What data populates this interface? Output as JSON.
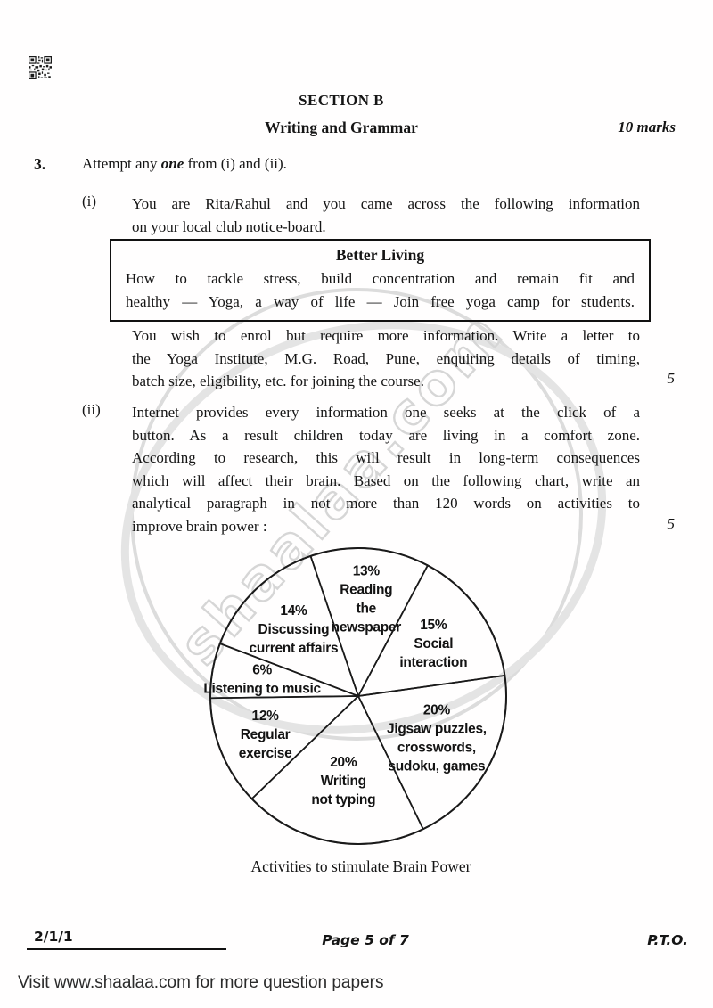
{
  "header": {
    "section_title": "SECTION B",
    "section_subject": "Writing and Grammar",
    "section_marks": "10 marks"
  },
  "q3": {
    "number": "3.",
    "intro_prefix": "Attempt any ",
    "intro_bold": "one",
    "intro_suffix": " from (i) and (ii)."
  },
  "q_i": {
    "label": "(i)",
    "intro_lines": [
      "You are Rita/Rahul and you came across the following information",
      "on your local club notice-board."
    ],
    "notice": {
      "title": "Better Living",
      "lines": [
        "How to tackle stress, build concentration and remain fit and",
        "healthy — Yoga, a way of life — Join free yoga camp for students."
      ]
    },
    "task_lines": [
      "You wish to enrol but require more information. Write a letter to",
      "the Yoga Institute, M.G. Road, Pune, enquiring details of timing,",
      "batch size, eligibility, etc. for joining the course."
    ],
    "marks": "5"
  },
  "q_ii": {
    "label": "(ii)",
    "lines": [
      "Internet provides every information one seeks at the click of a",
      "button. As a result children today are living in a comfort zone.",
      "According to research, this will result in long-term consequences",
      "which will affect their brain. Based on the following chart, write an",
      "analytical paragraph in not more than 120 words on activities to",
      "improve brain power :"
    ],
    "marks": "5"
  },
  "chart_data": {
    "type": "pie",
    "title": "Activities to stimulate Brain Power",
    "start_angle_deg": 108.8,
    "direction": "clockwise",
    "total": 100,
    "slices": [
      {
        "label": "Reading the newspaper",
        "value": 13,
        "label_lines": [
          "13%",
          "Reading",
          "the",
          "newspaper"
        ],
        "label_r": 0.66
      },
      {
        "label": "Social interaction",
        "value": 15,
        "label_lines": [
          "15%",
          "Social",
          "interaction"
        ],
        "label_r": 0.62
      },
      {
        "label": "Jigsaw puzzles, crosswords, sudoku, games",
        "value": 20,
        "label_lines": [
          "20%",
          "Jigsaw puzzles,",
          "crosswords,",
          "sudoku, games"
        ],
        "label_r": 0.6
      },
      {
        "label": "Writing not typing",
        "value": 20,
        "label_lines": [
          "20%",
          "Writing",
          "not typing"
        ],
        "label_r": 0.58
      },
      {
        "label": "Regular exercise",
        "value": 12,
        "label_lines": [
          "12%",
          "Regular",
          "exercise"
        ],
        "label_r": 0.68
      },
      {
        "label": "Listening to music",
        "value": 6,
        "label_lines": [
          "6%",
          "Listening to music"
        ],
        "label_r": 0.66
      },
      {
        "label": "Discussing current affairs",
        "value": 14,
        "label_lines": [
          "14%",
          "Discussing",
          "current affairs"
        ],
        "label_r": 0.63
      }
    ]
  },
  "footer": {
    "paper_code": "2/1/1",
    "page_indicator": "Page 5 of 7",
    "pto": "P.T.O."
  },
  "bottom_bar": {
    "text": "Visit www.shaalaa.com for more question papers"
  },
  "watermark": {
    "text": "shaalaa.com",
    "color": "#d6d6d6"
  }
}
